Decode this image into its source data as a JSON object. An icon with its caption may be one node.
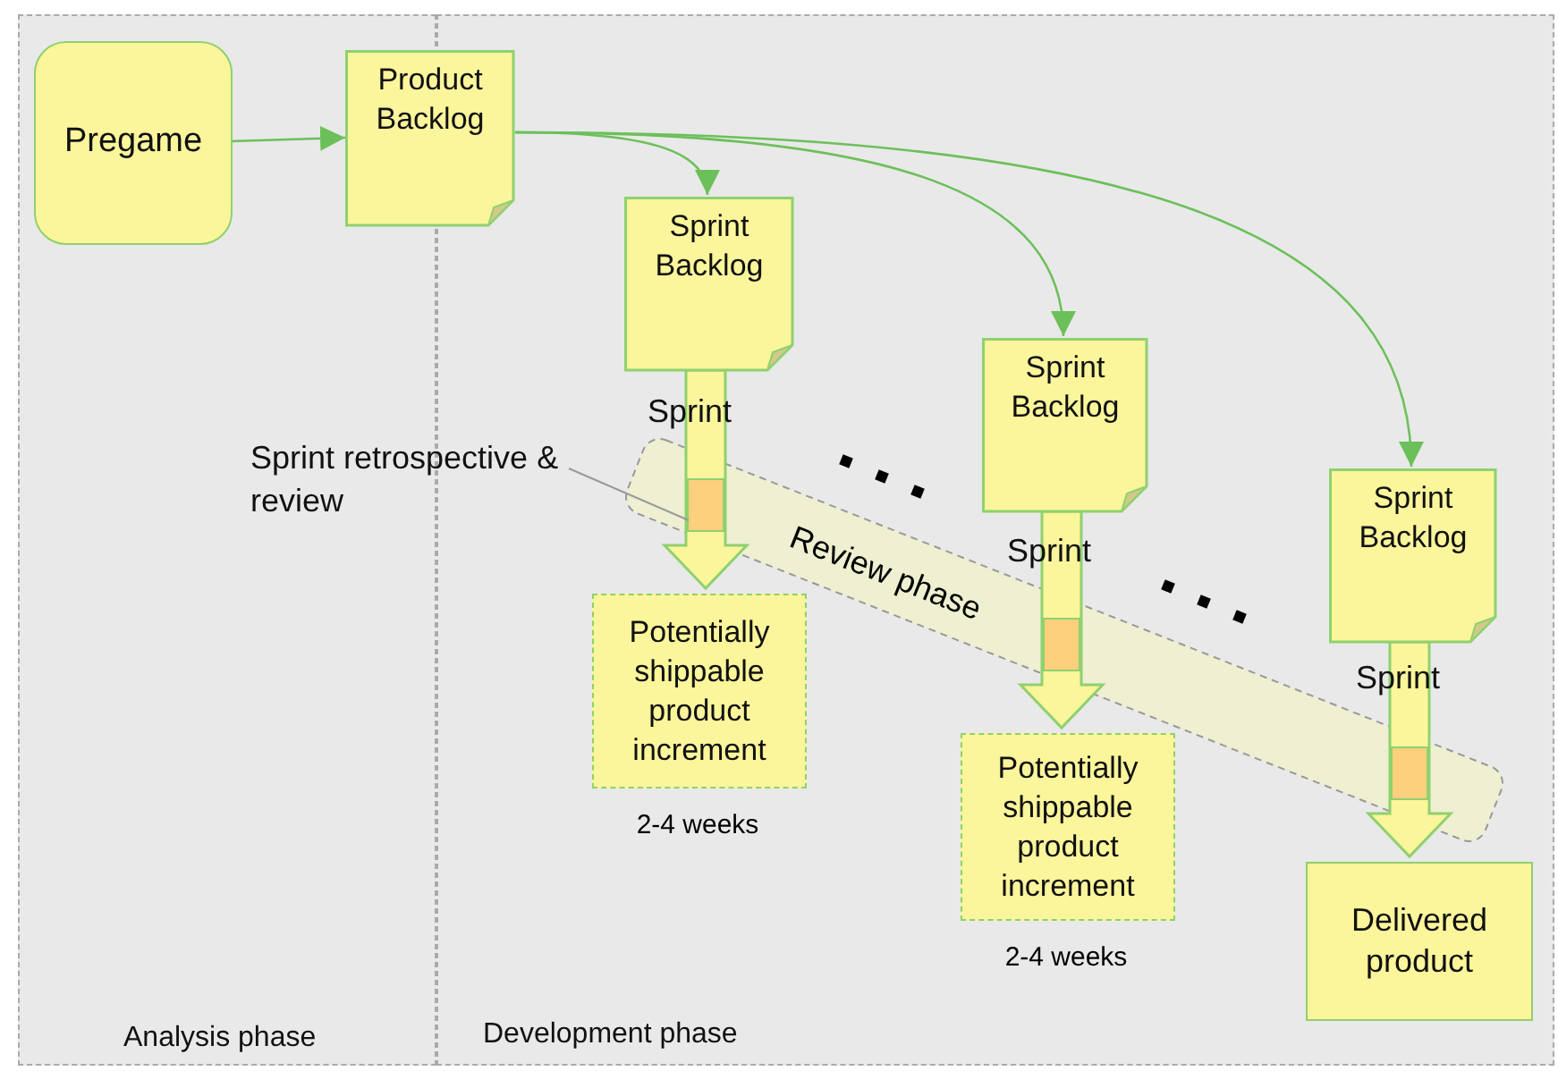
{
  "diagram": {
    "nodes": [
      {
        "text": [
          "Analysis phase"
        ]
      },
      {
        "text": [
          "Development phase"
        ]
      },
      {
        "text": [
          "Pregame"
        ],
        "in": 0
      },
      {
        "text": [
          "Product Backlog"
        ]
      },
      {
        "text": [
          "Sprint Backlog"
        ],
        "in": 1
      },
      {
        "text": [
          "Sprint Backlog"
        ],
        "in": 1
      },
      {
        "text": [
          "Sprint Backlog"
        ],
        "in": 1
      },
      {
        "text": [
          "Potentially shippable product increment"
        ],
        "in": 1,
        "beside": [
          "2-4 weeks"
        ]
      },
      {
        "text": [
          "Potentially shippable product increment"
        ],
        "in": 1,
        "beside": [
          "2-4 weeks"
        ]
      },
      {
        "text": [
          "Delivered product"
        ],
        "in": 1
      },
      {
        "text": [
          "Sprint retrospective & review"
        ]
      }
    ],
    "edges": [
      {
        "from": 2,
        "to": 3,
        "arrow": "to"
      },
      {
        "from": 3,
        "to": 4,
        "arrow": "to"
      },
      {
        "from": 3,
        "to": 5,
        "arrow": "to"
      },
      {
        "from": 3,
        "to": 6,
        "arrow": "to"
      },
      {
        "from": 4,
        "to": 7,
        "arrow": "to",
        "label": "Sprint",
        "style": "thick"
      },
      {
        "from": 5,
        "to": 8,
        "arrow": "to",
        "label": "Sprint",
        "style": "thick"
      },
      {
        "from": 6,
        "to": 9,
        "arrow": "to",
        "label": "Sprint",
        "style": "thick"
      },
      {
        "from": 10,
        "to": null,
        "arrow": "none",
        "color": "#999999"
      }
    ],
    "labels": [
      "Review phase"
    ]
  }
}
